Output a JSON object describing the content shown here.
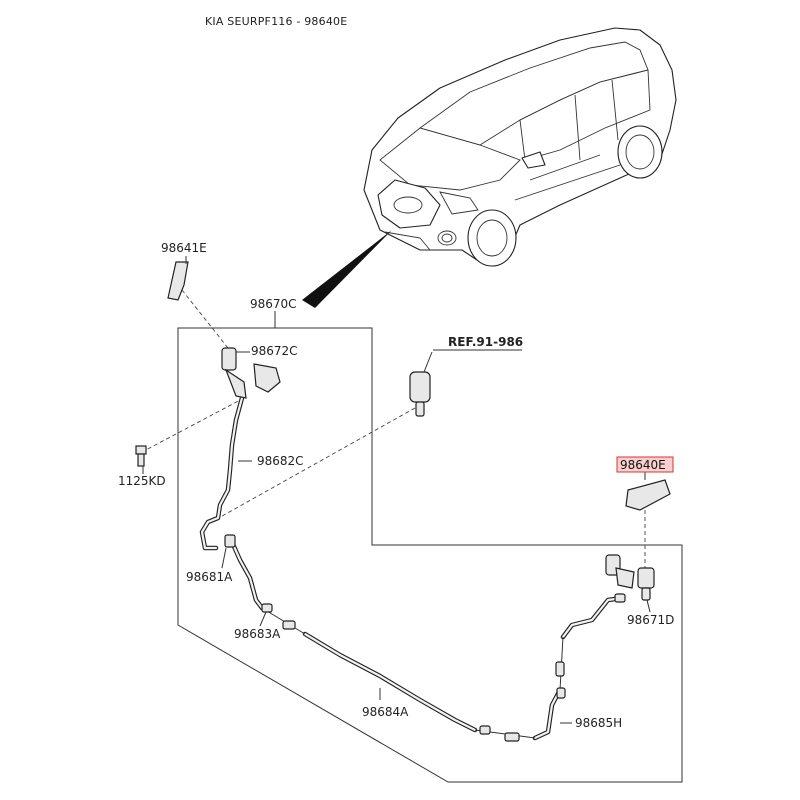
{
  "header": {
    "title": "KIA SEURPF116 - 98640E"
  },
  "labels": {
    "p98641E": "98641E",
    "p98670C": "98670C",
    "p98672C": "98672C",
    "ref": "REF.91-986",
    "p98682C": "98682C",
    "p1125KD": "1125KD",
    "p98640E": "98640E",
    "p98681A": "98681A",
    "p98683A": "98683A",
    "p98671D": "98671D",
    "p98684A": "98684A",
    "p98685H": "98685H"
  },
  "colors": {
    "highlight_fill": "#f9d0d0",
    "highlight_stroke": "#e03030",
    "line": "#222222"
  }
}
